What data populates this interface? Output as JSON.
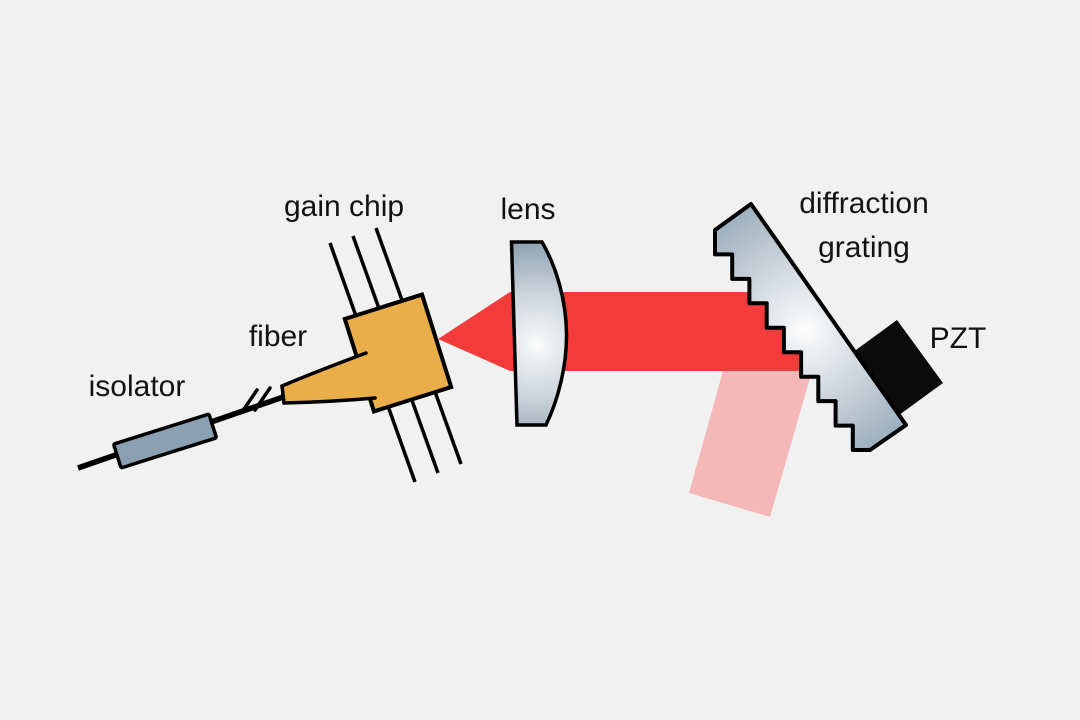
{
  "figure": {
    "type": "optics-schematic",
    "description": "external cavity diode laser schematic",
    "labels": {
      "isolator": "isolator",
      "fiber": "fiber",
      "gain_chip": "gain chip",
      "lens": "lens",
      "grating_line1": "diffraction",
      "grating_line2": "grating",
      "pzt": "PZT"
    },
    "colors": {
      "background": "#f1f1f2",
      "beam": "#f23b3b",
      "diffracted_beam": "#f5b8b8",
      "chip": "#e9ad49",
      "pzt": "#0b0b0b",
      "outline": "#000000",
      "metal_edge": "#8ba0b1",
      "metal_highlight": "#fbfcfc",
      "label_text": "#121212"
    }
  }
}
